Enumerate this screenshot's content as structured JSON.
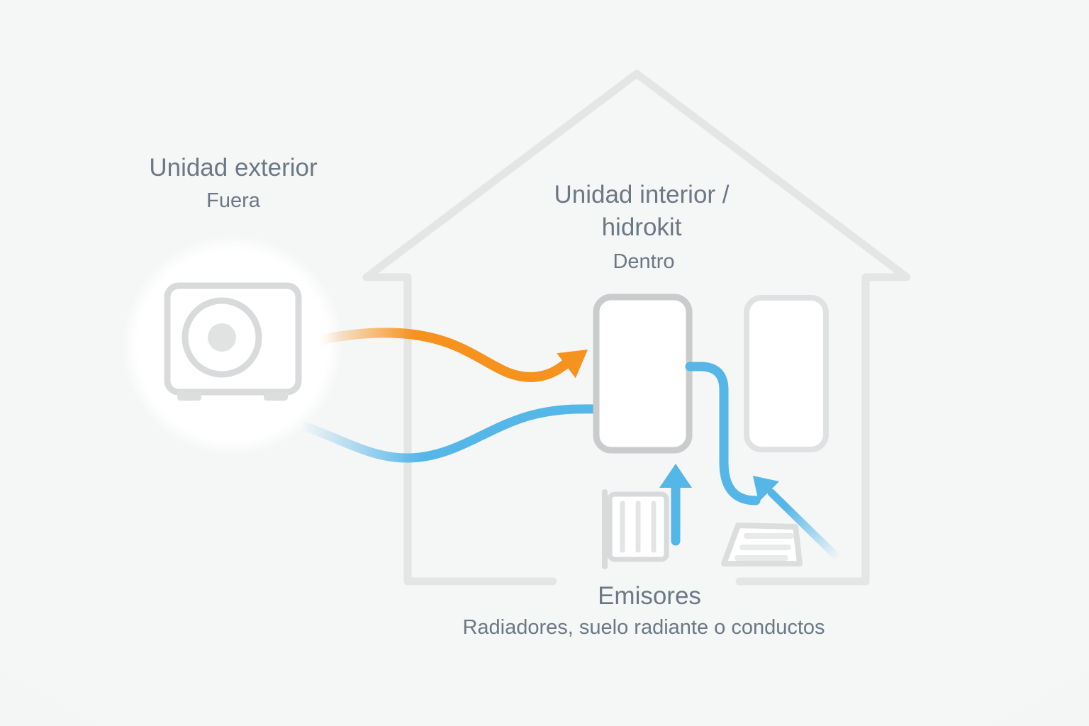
{
  "labels": {
    "outdoor": {
      "title": "Unidad exterior",
      "location": "Fuera"
    },
    "indoor": {
      "title_line1": "Unidad interior /",
      "title_line2": "hidrokit",
      "location": "Dentro"
    },
    "emitters": {
      "title": "Emisores",
      "description": "Radiadores, suelo radiante o conductos"
    }
  },
  "colors": {
    "heat_flow_orange": "#f6921e",
    "water_flow_blue": "#55b6e8",
    "outline_gray": "#e4e5e5",
    "unit_border_gray": "#c9cbcc",
    "text_color": "#6b7885"
  },
  "icons": {
    "outdoor_unit": "heat-pump-outdoor-unit-with-fan",
    "house": "house-outline-with-eaves",
    "hidrokit_unit": "tall-rounded-cabinet",
    "secondary_indoor_unit": "tall-rounded-cabinet",
    "radiator": "radiator-with-fins",
    "floor_duct": "underfloor-vent-trapezoid",
    "heat_arrow": "orange-wavy-arrow-right",
    "water_supply_line": "blue-wavy-line-right",
    "water_pipe": "blue-pipe-down",
    "radiator_arrow": "blue-arrow-up",
    "return_arrow": "blue-arrow-up-left"
  }
}
